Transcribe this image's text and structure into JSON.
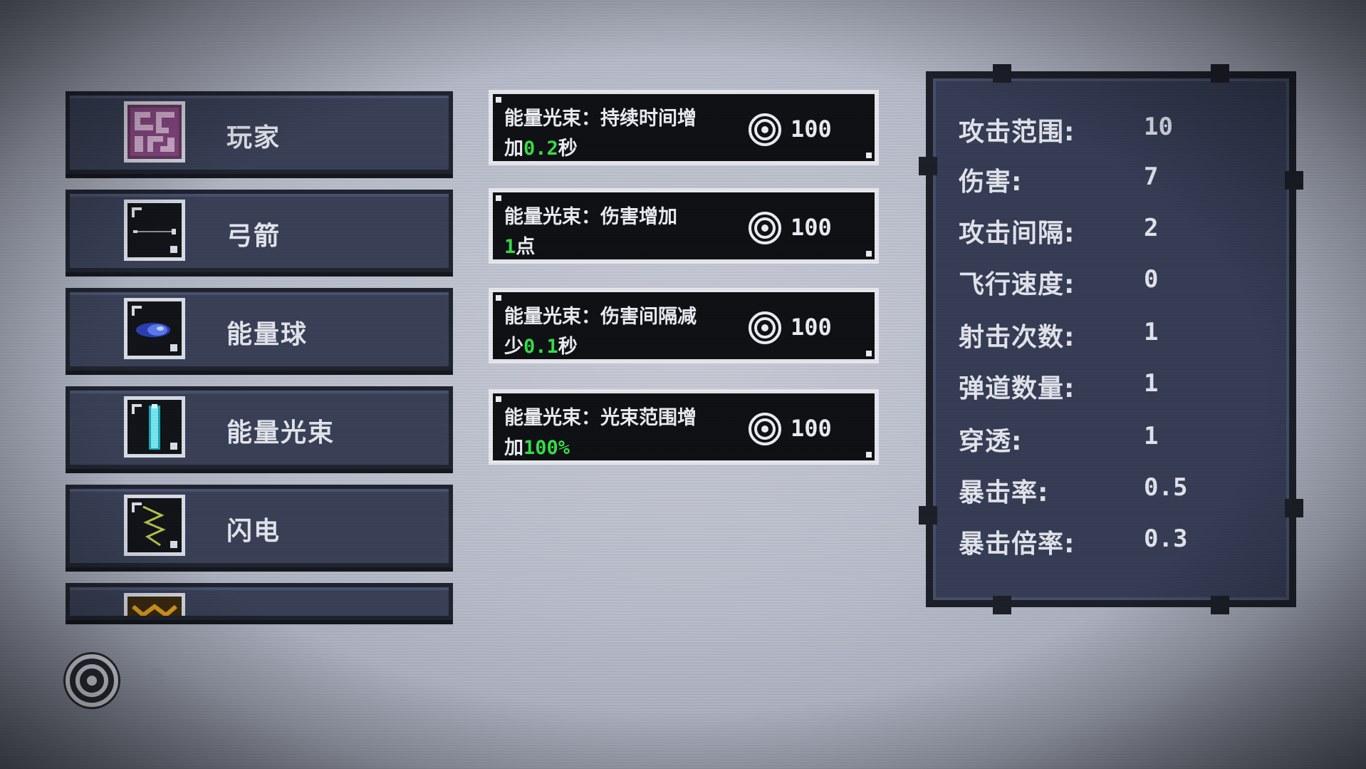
{
  "categories": [
    {
      "label": "玩家",
      "icon": "maze-icon"
    },
    {
      "label": "弓箭",
      "icon": "bow-icon"
    },
    {
      "label": "能量球",
      "icon": "energy-orb-icon"
    },
    {
      "label": "能量光束",
      "icon": "energy-beam-icon"
    },
    {
      "label": "闪电",
      "icon": "lightning-icon"
    },
    {
      "label": "",
      "icon": "partial-item-icon"
    }
  ],
  "upgrades": [
    {
      "line1": "能量光束：持续时间增",
      "line2_pre": "加",
      "line2_hl": "0.2",
      "line2_post": "秒",
      "cost": "100"
    },
    {
      "line1": "能量光束：伤害增加",
      "line2_pre": "",
      "line2_hl": "1",
      "line2_post": "点",
      "cost": "100"
    },
    {
      "line1": "能量光束：伤害间隔减",
      "line2_pre": "少",
      "line2_hl": "0.1",
      "line2_post": "秒",
      "cost": "100"
    },
    {
      "line1": "能量光束：光束范围增",
      "line2_pre": "加",
      "line2_hl": "100%",
      "line2_post": "",
      "cost": "100"
    }
  ],
  "stats": [
    {
      "key": "攻击范围:",
      "value": "10"
    },
    {
      "key": "伤害:",
      "value": "7"
    },
    {
      "key": "攻击间隔:",
      "value": "2"
    },
    {
      "key": "飞行速度:",
      "value": "0"
    },
    {
      "key": "射击次数:",
      "value": "1"
    },
    {
      "key": "弹道数量:",
      "value": "1"
    },
    {
      "key": "穿透:",
      "value": "1"
    },
    {
      "key": "暴击率:",
      "value": "0.5"
    },
    {
      "key": "暴击倍率:",
      "value": "0.3"
    }
  ],
  "currency": {
    "amount": "0",
    "icon": "target-coin-icon"
  },
  "colors": {
    "highlight": "#36e04a",
    "panel": "#3a4157",
    "card_bg": "#101114",
    "card_border": "#e7e9ef",
    "text": "#e4e6ee"
  }
}
